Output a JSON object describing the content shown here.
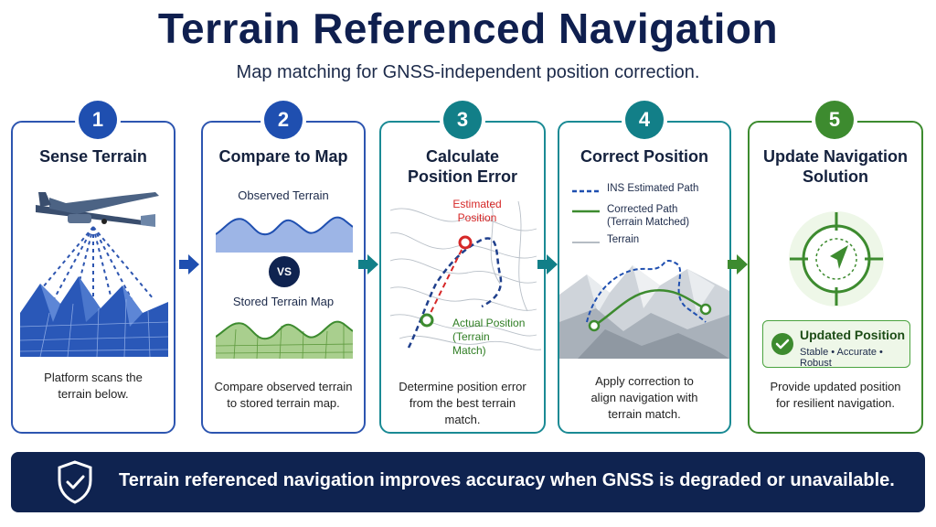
{
  "header": {
    "title": "Terrain Referenced Navigation",
    "subtitle": "Map matching for GNSS-independent position correction."
  },
  "steps": [
    {
      "number": "1",
      "title": "Sense Terrain",
      "description": "Platform scans the terrain below.",
      "color": "#1f4fb0"
    },
    {
      "number": "2",
      "title": "Compare to Map",
      "observed_label": "Observed Terrain",
      "vs_label": "VS",
      "stored_label": "Stored Terrain Map",
      "description": "Compare observed terrain to stored terrain map.",
      "color": "#1f4fb0"
    },
    {
      "number": "3",
      "title": "Calculate Position Error",
      "estimated_label": "Estimated Position",
      "actual_label": "Actual Position (Terrain Match)",
      "description": "Determine position error from the best terrain match.",
      "color": "#127f88"
    },
    {
      "number": "4",
      "title": "Correct Position",
      "legend": [
        "INS Estimated Path",
        "Corrected Path (Terrain Matched)",
        "Terrain"
      ],
      "description": "Apply correction to align navigation with terrain match.",
      "color": "#127f88"
    },
    {
      "number": "5",
      "title": "Update Navigation Solution",
      "badge_title": "Updated Position",
      "badge_sub": "Stable • Accurate • Robust",
      "description": "Provide updated position for resilient navigation.",
      "color": "#3d8b2f"
    }
  ],
  "footer": {
    "text": "Terrain referenced navigation improves accuracy when GNSS is degraded or unavailable."
  },
  "colors": {
    "navy": "#0f2350",
    "blue": "#1f4fb0",
    "teal": "#127f88",
    "green": "#3d8b2f",
    "red": "#d62828"
  },
  "icons": [
    "airplane-icon",
    "shield-check-icon",
    "checkmark-icon",
    "target-crosshair-icon",
    "arrow-right-icon"
  ]
}
